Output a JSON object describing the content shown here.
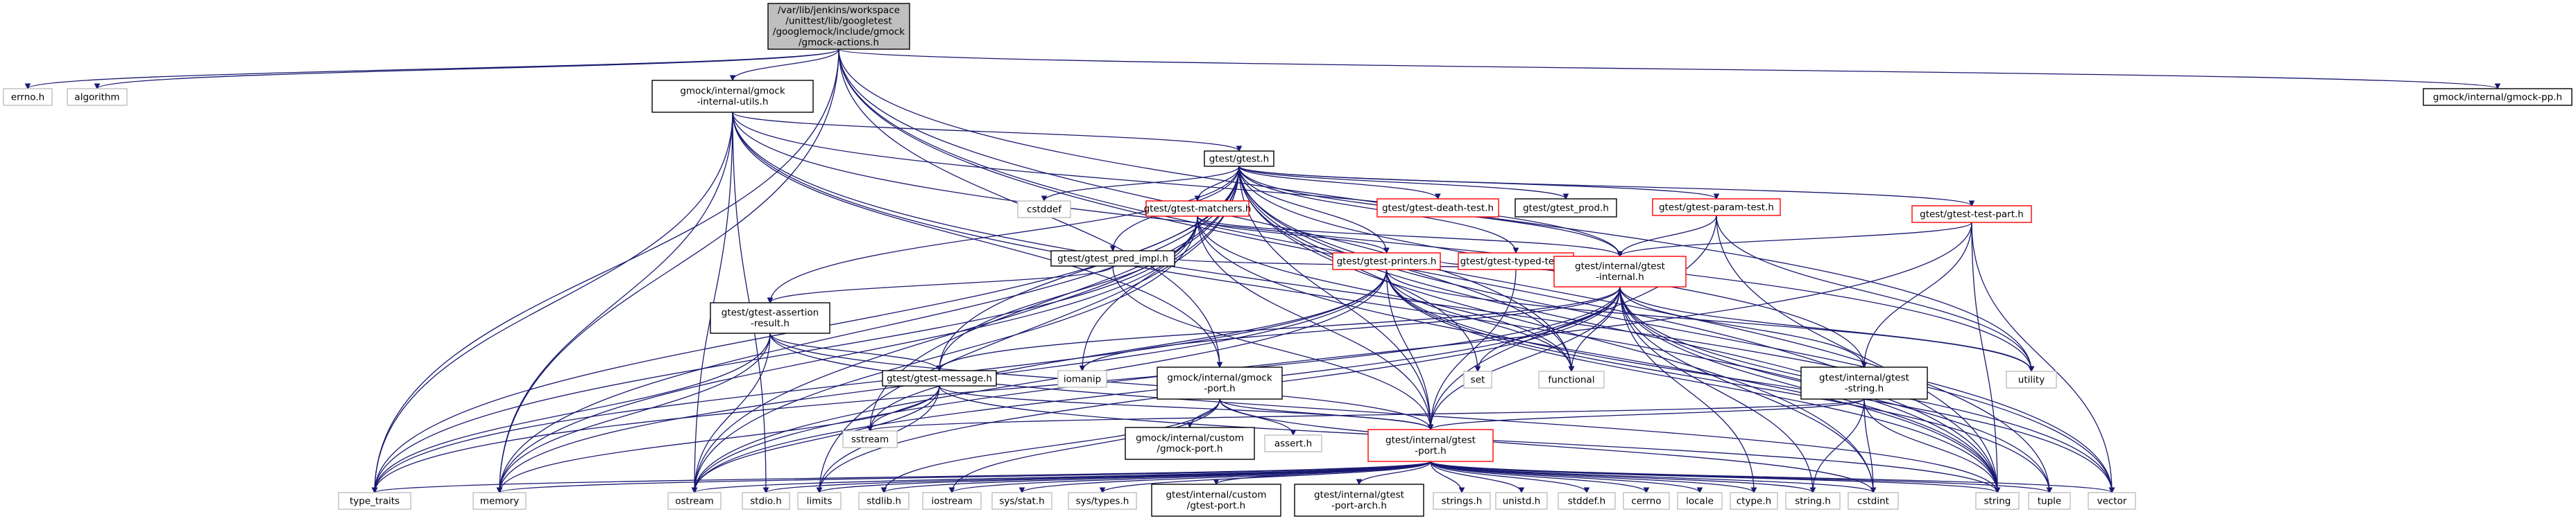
{
  "diagram": {
    "type": "include-dependency-graph",
    "nodes": [
      {
        "id": "root",
        "lines": [
          "/var/lib/jenkins/workspace",
          "/unittest/lib/googletest",
          "/googlemock/include/gmock",
          "/gmock-actions.h"
        ],
        "style": "root"
      },
      {
        "id": "errno",
        "lines": [
          "errno.h"
        ],
        "style": "system"
      },
      {
        "id": "algorithm",
        "lines": [
          "algorithm"
        ],
        "style": "system"
      },
      {
        "id": "gmock_utils",
        "lines": [
          "gmock/internal/gmock",
          "-internal-utils.h"
        ],
        "style": "normal"
      },
      {
        "id": "gmock_pp",
        "lines": [
          "gmock/internal/gmock-pp.h"
        ],
        "style": "normal"
      },
      {
        "id": "gtest_h",
        "lines": [
          "gtest/gtest.h"
        ],
        "style": "normal"
      },
      {
        "id": "cstddef",
        "lines": [
          "cstddef"
        ],
        "style": "system"
      },
      {
        "id": "matchers",
        "lines": [
          "gtest/gtest-matchers.h"
        ],
        "style": "truncated"
      },
      {
        "id": "death",
        "lines": [
          "gtest/gtest-death-test.h"
        ],
        "style": "truncated"
      },
      {
        "id": "prod",
        "lines": [
          "gtest/gtest_prod.h"
        ],
        "style": "normal"
      },
      {
        "id": "param",
        "lines": [
          "gtest/gtest-param-test.h"
        ],
        "style": "truncated"
      },
      {
        "id": "testpart",
        "lines": [
          "gtest/gtest-test-part.h"
        ],
        "style": "truncated"
      },
      {
        "id": "pred",
        "lines": [
          "gtest/gtest_pred_impl.h"
        ],
        "style": "normal"
      },
      {
        "id": "printers",
        "lines": [
          "gtest/gtest-printers.h"
        ],
        "style": "truncated"
      },
      {
        "id": "typed",
        "lines": [
          "gtest/gtest-typed-test.h"
        ],
        "style": "truncated"
      },
      {
        "id": "assertion",
        "lines": [
          "gtest/gtest-assertion",
          "-result.h"
        ],
        "style": "normal"
      },
      {
        "id": "internal",
        "lines": [
          "gtest/internal/gtest",
          "-internal.h"
        ],
        "style": "truncated"
      },
      {
        "id": "message",
        "lines": [
          "gtest/gtest-message.h"
        ],
        "style": "normal"
      },
      {
        "id": "gmock_port",
        "lines": [
          "gmock/internal/gmock",
          "-port.h"
        ],
        "style": "normal"
      },
      {
        "id": "iomanip",
        "lines": [
          "iomanip"
        ],
        "style": "system"
      },
      {
        "id": "set",
        "lines": [
          "set"
        ],
        "style": "system"
      },
      {
        "id": "functional",
        "lines": [
          "functional"
        ],
        "style": "system"
      },
      {
        "id": "utility",
        "lines": [
          "utility"
        ],
        "style": "system"
      },
      {
        "id": "gstring",
        "lines": [
          "gtest/internal/gtest",
          "-string.h"
        ],
        "style": "normal"
      },
      {
        "id": "sstream",
        "lines": [
          "sstream"
        ],
        "style": "system"
      },
      {
        "id": "custom_gmock_port",
        "lines": [
          "gmock/internal/custom",
          "/gmock-port.h"
        ],
        "style": "normal"
      },
      {
        "id": "assert",
        "lines": [
          "assert.h"
        ],
        "style": "system"
      },
      {
        "id": "gport",
        "lines": [
          "gtest/internal/gtest",
          "-port.h"
        ],
        "style": "truncated"
      },
      {
        "id": "type_traits",
        "lines": [
          "type_traits"
        ],
        "style": "system"
      },
      {
        "id": "memory",
        "lines": [
          "memory"
        ],
        "style": "system"
      },
      {
        "id": "ostream",
        "lines": [
          "ostream"
        ],
        "style": "system"
      },
      {
        "id": "stdio",
        "lines": [
          "stdio.h"
        ],
        "style": "system"
      },
      {
        "id": "limits",
        "lines": [
          "limits"
        ],
        "style": "system"
      },
      {
        "id": "stdlib",
        "lines": [
          "stdlib.h"
        ],
        "style": "system"
      },
      {
        "id": "iostream",
        "lines": [
          "iostream"
        ],
        "style": "system"
      },
      {
        "id": "sysstat",
        "lines": [
          "sys/stat.h"
        ],
        "style": "system"
      },
      {
        "id": "systypes",
        "lines": [
          "sys/types.h"
        ],
        "style": "system"
      },
      {
        "id": "custom_gtest_port",
        "lines": [
          "gtest/internal/custom",
          "/gtest-port.h"
        ],
        "style": "normal"
      },
      {
        "id": "port_arch",
        "lines": [
          "gtest/internal/gtest",
          "-port-arch.h"
        ],
        "style": "normal"
      },
      {
        "id": "strings",
        "lines": [
          "strings.h"
        ],
        "style": "system"
      },
      {
        "id": "unistd",
        "lines": [
          "unistd.h"
        ],
        "style": "system"
      },
      {
        "id": "stddef",
        "lines": [
          "stddef.h"
        ],
        "style": "system"
      },
      {
        "id": "cerrno",
        "lines": [
          "cerrno"
        ],
        "style": "system"
      },
      {
        "id": "locale",
        "lines": [
          "locale"
        ],
        "style": "system"
      },
      {
        "id": "ctype",
        "lines": [
          "ctype.h"
        ],
        "style": "system"
      },
      {
        "id": "string_h",
        "lines": [
          "string.h"
        ],
        "style": "system"
      },
      {
        "id": "cstdint",
        "lines": [
          "cstdint"
        ],
        "style": "system"
      },
      {
        "id": "string",
        "lines": [
          "string"
        ],
        "style": "system"
      },
      {
        "id": "tuple",
        "lines": [
          "tuple"
        ],
        "style": "system"
      },
      {
        "id": "vector",
        "lines": [
          "vector"
        ],
        "style": "system"
      }
    ],
    "edges": [
      [
        "root",
        "errno"
      ],
      [
        "root",
        "algorithm"
      ],
      [
        "root",
        "gmock_utils"
      ],
      [
        "root",
        "gmock_pp"
      ],
      [
        "root",
        "type_traits"
      ],
      [
        "root",
        "memory"
      ],
      [
        "root",
        "functional"
      ],
      [
        "root",
        "utility"
      ],
      [
        "root",
        "string"
      ],
      [
        "root",
        "tuple"
      ],
      [
        "root",
        "gmock_port"
      ],
      [
        "gmock_utils",
        "gtest_h"
      ],
      [
        "gmock_utils",
        "gmock_port"
      ],
      [
        "gmock_utils",
        "ostream"
      ],
      [
        "gmock_utils",
        "memory"
      ],
      [
        "gmock_utils",
        "stdio"
      ],
      [
        "gmock_utils",
        "string"
      ],
      [
        "gmock_utils",
        "type_traits"
      ],
      [
        "gmock_utils",
        "utility"
      ],
      [
        "gmock_utils",
        "vector"
      ],
      [
        "gmock_utils",
        "internal"
      ],
      [
        "gtest_h",
        "cstddef"
      ],
      [
        "gtest_h",
        "matchers"
      ],
      [
        "gtest_h",
        "death"
      ],
      [
        "gtest_h",
        "prod"
      ],
      [
        "gtest_h",
        "param"
      ],
      [
        "gtest_h",
        "testpart"
      ],
      [
        "gtest_h",
        "pred"
      ],
      [
        "gtest_h",
        "printers"
      ],
      [
        "gtest_h",
        "typed"
      ],
      [
        "gtest_h",
        "assertion"
      ],
      [
        "gtest_h",
        "internal"
      ],
      [
        "gtest_h",
        "message"
      ],
      [
        "gtest_h",
        "gstring"
      ],
      [
        "gtest_h",
        "gport"
      ],
      [
        "gtest_h",
        "type_traits"
      ],
      [
        "gtest_h",
        "memory"
      ],
      [
        "gtest_h",
        "ostream"
      ],
      [
        "gtest_h",
        "limits"
      ],
      [
        "gtest_h",
        "iomanip"
      ],
      [
        "gtest_h",
        "set"
      ],
      [
        "gtest_h",
        "sstream"
      ],
      [
        "gtest_h",
        "cstdint"
      ],
      [
        "gtest_h",
        "string"
      ],
      [
        "gtest_h",
        "vector"
      ],
      [
        "gtest_h",
        "functional"
      ],
      [
        "matchers",
        "printers"
      ],
      [
        "matchers",
        "internal"
      ],
      [
        "matchers",
        "gport"
      ],
      [
        "matchers",
        "memory"
      ],
      [
        "matchers",
        "ostream"
      ],
      [
        "matchers",
        "string"
      ],
      [
        "matchers",
        "type_traits"
      ],
      [
        "matchers",
        "message"
      ],
      [
        "matchers",
        "functional"
      ],
      [
        "pred",
        "assertion"
      ],
      [
        "pred",
        "internal"
      ],
      [
        "pred",
        "gport"
      ],
      [
        "printers",
        "internal"
      ],
      [
        "printers",
        "gport"
      ],
      [
        "printers",
        "functional"
      ],
      [
        "printers",
        "memory"
      ],
      [
        "printers",
        "ostream"
      ],
      [
        "printers",
        "sstream"
      ],
      [
        "printers",
        "string"
      ],
      [
        "printers",
        "tuple"
      ],
      [
        "printers",
        "type_traits"
      ],
      [
        "printers",
        "utility"
      ],
      [
        "printers",
        "vector"
      ],
      [
        "typed",
        "internal"
      ],
      [
        "typed",
        "gport"
      ],
      [
        "param",
        "internal"
      ],
      [
        "param",
        "gport"
      ],
      [
        "param",
        "utility"
      ],
      [
        "param",
        "string"
      ],
      [
        "testpart",
        "internal"
      ],
      [
        "testpart",
        "gstring"
      ],
      [
        "testpart",
        "ostream"
      ],
      [
        "testpart",
        "vector"
      ],
      [
        "testpart",
        "string"
      ],
      [
        "assertion",
        "message"
      ],
      [
        "assertion",
        "gport"
      ],
      [
        "assertion",
        "memory"
      ],
      [
        "assertion",
        "ostream"
      ],
      [
        "assertion",
        "type_traits"
      ],
      [
        "assertion",
        "string"
      ],
      [
        "internal",
        "message"
      ],
      [
        "internal",
        "gport"
      ],
      [
        "internal",
        "gstring"
      ],
      [
        "internal",
        "iomanip"
      ],
      [
        "internal",
        "set"
      ],
      [
        "internal",
        "functional"
      ],
      [
        "internal",
        "utility"
      ],
      [
        "internal",
        "limits"
      ],
      [
        "internal",
        "ostream"
      ],
      [
        "internal",
        "ctype"
      ],
      [
        "internal",
        "string_h"
      ],
      [
        "internal",
        "cstdint"
      ],
      [
        "internal",
        "string"
      ],
      [
        "internal",
        "type_traits"
      ],
      [
        "internal",
        "vector"
      ],
      [
        "internal",
        "tuple"
      ],
      [
        "message",
        "gport"
      ],
      [
        "message",
        "sstream"
      ],
      [
        "message",
        "memory"
      ],
      [
        "message",
        "ostream"
      ],
      [
        "message",
        "limits"
      ],
      [
        "message",
        "string"
      ],
      [
        "gmock_port",
        "custom_gmock_port"
      ],
      [
        "gmock_port",
        "gport"
      ],
      [
        "gmock_port",
        "assert"
      ],
      [
        "gmock_port",
        "stdlib"
      ],
      [
        "gmock_port",
        "cstdint"
      ],
      [
        "gmock_port",
        "iostream"
      ],
      [
        "gstring",
        "gport"
      ],
      [
        "gstring",
        "sstream"
      ],
      [
        "gstring",
        "string_h"
      ],
      [
        "gstring",
        "cstdint"
      ],
      [
        "gstring",
        "string"
      ],
      [
        "gport",
        "type_traits"
      ],
      [
        "gport",
        "memory"
      ],
      [
        "gport",
        "ostream"
      ],
      [
        "gport",
        "stdio"
      ],
      [
        "gport",
        "limits"
      ],
      [
        "gport",
        "stdlib"
      ],
      [
        "gport",
        "iostream"
      ],
      [
        "gport",
        "sysstat"
      ],
      [
        "gport",
        "systypes"
      ],
      [
        "gport",
        "custom_gtest_port"
      ],
      [
        "gport",
        "port_arch"
      ],
      [
        "gport",
        "strings"
      ],
      [
        "gport",
        "unistd"
      ],
      [
        "gport",
        "stddef"
      ],
      [
        "gport",
        "cerrno"
      ],
      [
        "gport",
        "locale"
      ],
      [
        "gport",
        "ctype"
      ],
      [
        "gport",
        "string_h"
      ],
      [
        "gport",
        "cstdint"
      ],
      [
        "gport",
        "string"
      ],
      [
        "gport",
        "tuple"
      ],
      [
        "gport",
        "vector"
      ]
    ]
  },
  "colors": {
    "edge": "#191970",
    "root_fill": "#bfbfbf",
    "root_border": "#000000",
    "normal_border": "#000000",
    "truncated_border": "#ff0000",
    "system_border": "#bfbfbf",
    "background": "#ffffff"
  }
}
